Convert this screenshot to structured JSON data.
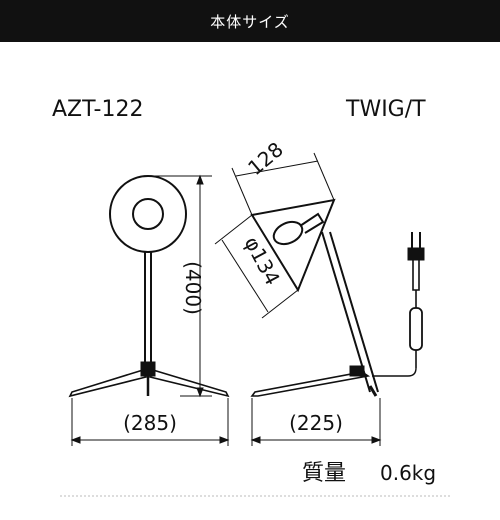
{
  "header": {
    "title": "本体サイズ"
  },
  "models": {
    "left": "AZT-122",
    "right": "TWIG/T"
  },
  "dimensions": {
    "height": "(400)",
    "front_base_width": "(285)",
    "side_base_width": "(225)",
    "shade_length": "128",
    "shade_diameter": "φ134"
  },
  "weight": {
    "label": "質量",
    "value": "0.6kg"
  },
  "colors": {
    "header_bg": "#111111",
    "header_text": "#ffffff",
    "line": "#111111"
  }
}
